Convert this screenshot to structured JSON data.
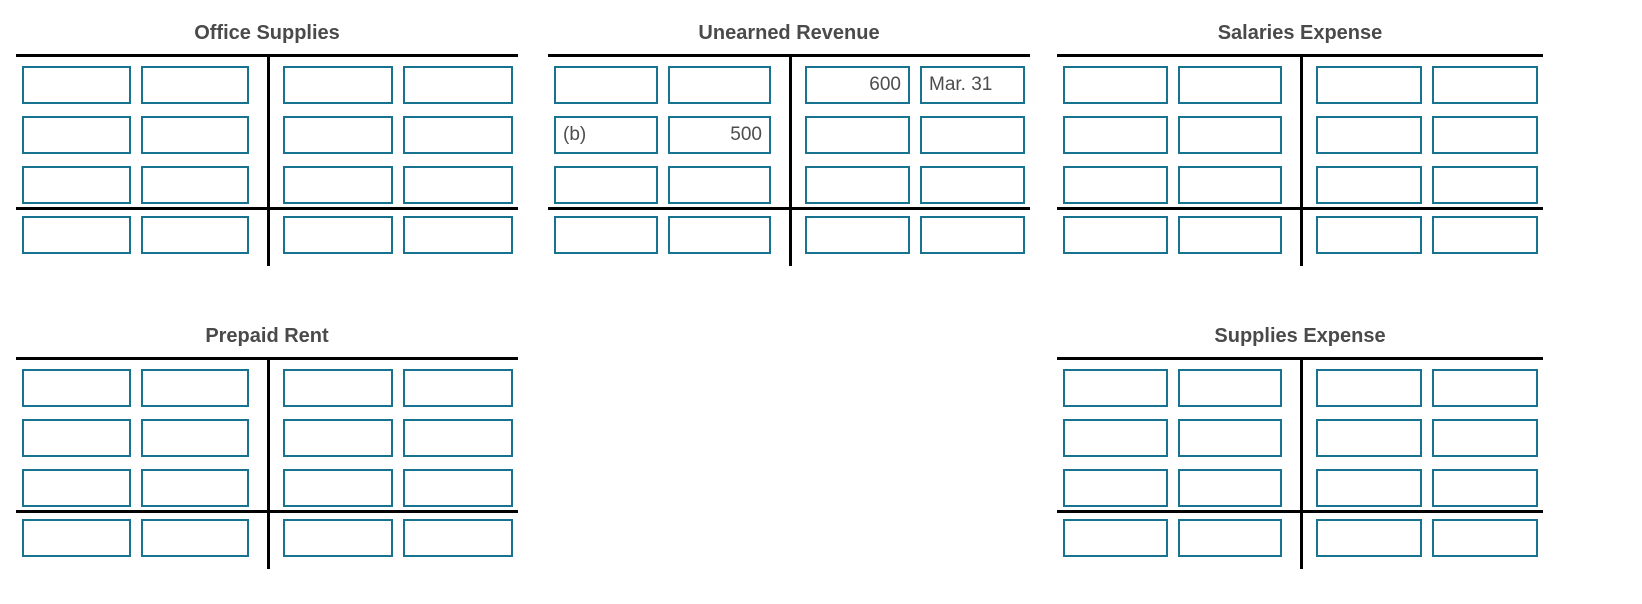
{
  "colors": {
    "input_border": "#17738f",
    "rule_line": "#000000",
    "text": "#4d4d4d",
    "title_text": "#4a4a4a"
  },
  "accounts": [
    {
      "title": "Office Supplies",
      "debit_rows": [
        [
          "",
          ""
        ],
        [
          "",
          ""
        ],
        [
          "",
          ""
        ],
        [
          "",
          ""
        ]
      ],
      "credit_rows": [
        [
          "",
          ""
        ],
        [
          "",
          ""
        ],
        [
          "",
          ""
        ],
        [
          "",
          ""
        ]
      ]
    },
    {
      "title": "Unearned Revenue",
      "debit_rows": [
        [
          "",
          ""
        ],
        [
          "(b)",
          "500"
        ],
        [
          "",
          ""
        ],
        [
          "",
          ""
        ]
      ],
      "credit_rows": [
        [
          "600",
          "Mar. 31"
        ],
        [
          "",
          ""
        ],
        [
          "",
          ""
        ],
        [
          "",
          ""
        ]
      ]
    },
    {
      "title": "Salaries Expense",
      "debit_rows": [
        [
          "",
          ""
        ],
        [
          "",
          ""
        ],
        [
          "",
          ""
        ],
        [
          "",
          ""
        ]
      ],
      "credit_rows": [
        [
          "",
          ""
        ],
        [
          "",
          ""
        ],
        [
          "",
          ""
        ],
        [
          "",
          ""
        ]
      ]
    },
    {
      "title": "Prepaid Rent",
      "debit_rows": [
        [
          "",
          ""
        ],
        [
          "",
          ""
        ],
        [
          "",
          ""
        ],
        [
          "",
          ""
        ]
      ],
      "credit_rows": [
        [
          "",
          ""
        ],
        [
          "",
          ""
        ],
        [
          "",
          ""
        ],
        [
          "",
          ""
        ]
      ]
    },
    {
      "title": "Supplies Expense",
      "debit_rows": [
        [
          "",
          ""
        ],
        [
          "",
          ""
        ],
        [
          "",
          ""
        ],
        [
          "",
          ""
        ]
      ],
      "credit_rows": [
        [
          "",
          ""
        ],
        [
          "",
          ""
        ],
        [
          "",
          ""
        ],
        [
          "",
          ""
        ]
      ]
    }
  ]
}
